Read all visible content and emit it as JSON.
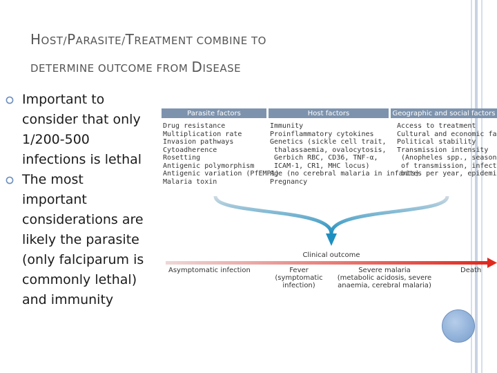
{
  "title": {
    "line1": {
      "c1": "H",
      "r1": "OST/",
      "c2": "P",
      "r2": "ARASITE/",
      "c3": "T",
      "r3": "REATMENT COMBINE TO"
    },
    "line2": {
      "r1": "DETERMINE OUTCOME FROM ",
      "c1": "D",
      "r2": "ISEASE"
    }
  },
  "bullets": [
    "Important to consider that only 1/200-500 infections is lethal",
    "The most important considerations are likely the parasite (only falciparum is commonly lethal) and immunity"
  ],
  "diagram": {
    "columns": [
      {
        "header": "Parasite factors",
        "items": "Drug resistance\nMultiplication rate\nInvasion pathways\nCytoadherence\nRosetting\nAntigenic polymorphism\nAntigenic variation (PfEMP1)\nMalaria toxin"
      },
      {
        "header": "Host factors",
        "items": "Immunity\nProinflammatory cytokines\nGenetics (sickle cell trait,\n thalassaemia, ovalocytosis,\n Gerbich RBC, CD36, TNF-α,\n ICAM-1, CR1, MHC locus)\nAge (no cerebral malaria in infants)\nPregnancy"
      },
      {
        "header": "Geographic and social factors",
        "items": "Access to treatment\nCultural and economic factors\nPolitical stability\nTransmission intensity\n (Anopheles spp., seasonality\n of transmission, infectious\n bites per year, epidemics)"
      }
    ],
    "clinical_outcome": "Clinical outcome",
    "outcomes": [
      {
        "label": "Asymptomatic infection"
      },
      {
        "label": "Fever\n(symptomatic\ninfection)"
      },
      {
        "label": "Severe malaria\n(metabolic acidosis, severe\nanaemia, cerebral malaria)"
      },
      {
        "label": "Death"
      }
    ]
  },
  "colors": {
    "header_bar": "#7d93ad",
    "arrow_top": "#d0dbe3",
    "arrow_bottom": "#1f8fc0",
    "outcome_start": "#eed7d7",
    "outcome_end": "#e02a1f",
    "accent_blue": "#8fb0d8"
  }
}
